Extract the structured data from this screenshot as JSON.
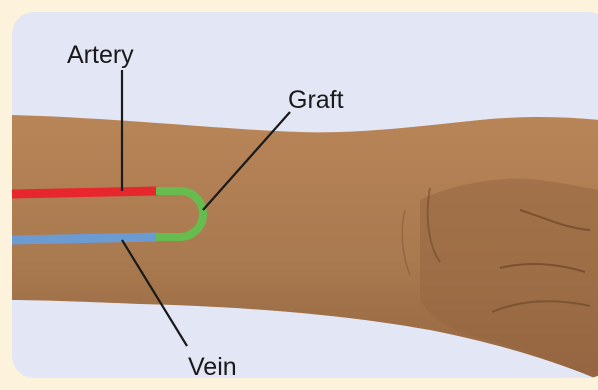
{
  "labels": {
    "artery": "Artery",
    "graft": "Graft",
    "vein": "Vein"
  },
  "colors": {
    "page_background": "#fdf3dc",
    "panel_background": "#e3e6f4",
    "skin": "#a9794f",
    "skin_shadow": "#8c603c",
    "artery": "#e8262e",
    "vein": "#6b9bd1",
    "graft": "#66bc4f",
    "leader_line": "#1a1a1a"
  }
}
